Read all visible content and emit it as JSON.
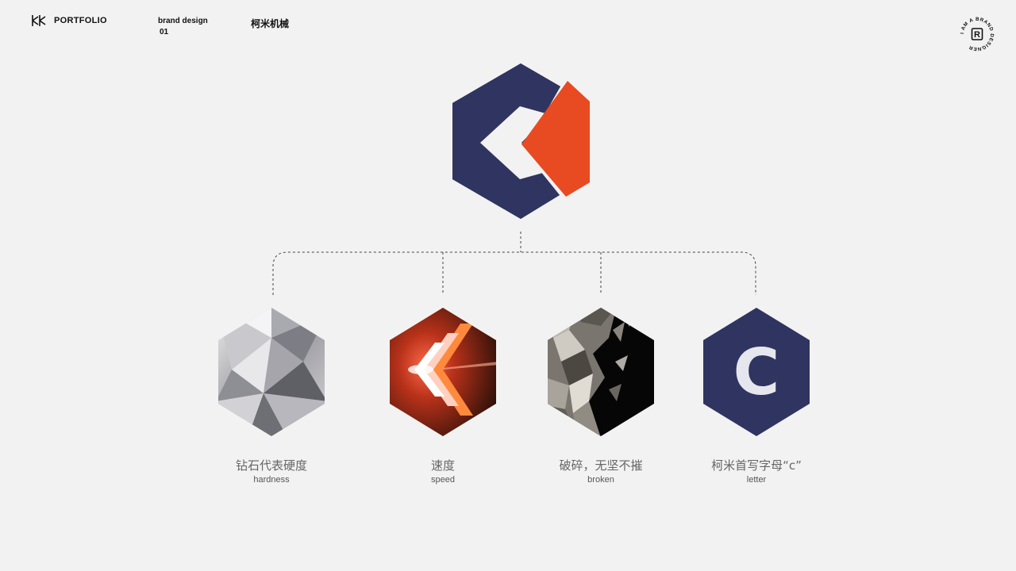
{
  "header": {
    "portfolio_label": "PORTFOLIO",
    "section_label": "brand design",
    "section_number": "01",
    "brand_name": "柯米机械",
    "badge_text": "I AM A BRAND DESIGNER",
    "badge_letter": "R",
    "logo_icon": "double-arrow-icon"
  },
  "colors": {
    "navy": "#2f3560",
    "orange": "#e84a22",
    "background": "#f2f2f2"
  },
  "concepts": [
    {
      "title": "钻石代表硬度",
      "subtitle": "hardness",
      "image": "diamond"
    },
    {
      "title": "速度",
      "subtitle": "speed",
      "image": "speed-arrows"
    },
    {
      "title": "破碎，无坚不摧",
      "subtitle": "broken",
      "image": "shattered-stone"
    },
    {
      "title": "柯米首写字母“c”",
      "subtitle": "letter",
      "image": "letter-c",
      "letter": "C"
    }
  ]
}
